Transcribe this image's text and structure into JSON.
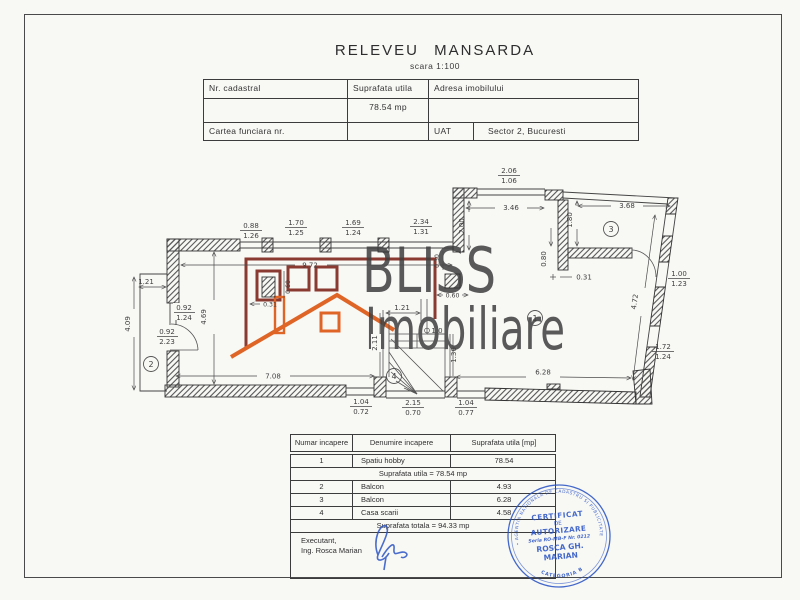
{
  "title": {
    "main": "RELEVEU MANSARDA",
    "scale": "scara 1:100"
  },
  "top_table": {
    "col1_header": "Nr. cadastral",
    "col2_header": "Suprafata utila",
    "col3_header": "Adresa imobilului",
    "area_value": "78.54 mp",
    "row3_col1": "Cartea funciara nr.",
    "uat_label": "UAT",
    "uat_value": "Sector 2, Bucuresti"
  },
  "plan": {
    "rooms": {
      "one": "1",
      "two": "2",
      "three": "3",
      "four": "4"
    },
    "dims": {
      "tw1n": "0.88",
      "tw1d": "1.26",
      "tw2n": "1.70",
      "tw2d": "1.25",
      "tw3n": "1.69",
      "tw3d": "1.24",
      "tw4n": "2.34",
      "tw4d": "1.31",
      "tw5n": "2.06",
      "tw5d": "1.06",
      "r3w": "3.46",
      "r3l": "2.00",
      "r3l2": "1.80",
      "r3w2": "3.68",
      "r3s": "0.80",
      "r3o": "0.31",
      "rw1n": "1.00",
      "rw1d": "1.23",
      "rw2n": "1.72",
      "rw2d": "1.24",
      "rdiag": "4.72",
      "main_w": "9.72",
      "main_h": "4.69",
      "colA_v": "0.60",
      "colA_o": "0.31",
      "colB_w": "0.60",
      "colB_d": "0.30",
      "bal_w": "1.21",
      "bal_h": "4.09",
      "lw1n": "0.92",
      "lw1d": "1.24",
      "ld1n": "0.92",
      "ld1d": "2.23",
      "st_w": "1.21",
      "st_e": "1.0",
      "st_h": "2.11",
      "st_h2": "1.36",
      "b1": "7.08",
      "b2": "6.28",
      "bo1n": "1.04",
      "bo1d": "0.72",
      "bo2n": "2.15",
      "bo2d": "0.70",
      "bo3n": "1.04",
      "bo3d": "0.77"
    }
  },
  "watermark": {
    "line1": "BLISS",
    "line2": "Imobiliare",
    "maroon": "#8a3a30",
    "orange": "#df6527"
  },
  "rooms_table": {
    "headers": {
      "c1": "Numar incapere",
      "c2": "Denumire incapere",
      "c3": "Suprafata utila [mp]"
    },
    "rows": {
      "r1": {
        "nr": "1",
        "name": "Spatiu hobby",
        "area": "78.54"
      },
      "r2": {
        "nr": "2",
        "name": "Balcon",
        "area": "4.93"
      },
      "r3": {
        "nr": "3",
        "name": "Balcon",
        "area": "6.28"
      },
      "r4": {
        "nr": "4",
        "name": "Casa scarii",
        "area": "4.58"
      }
    },
    "subtotal": "Suprafata utila = 78.54 mp",
    "total": "Suprafata totala = 94.33 mp",
    "executant_label": "Executant,",
    "executant_name": "Ing. Rosca Marian"
  },
  "stamp": {
    "ring_text": "• AL ANCPI • AGENTIA NATIONALA DE CADASTRU SI PUBLICITATE IMOBILIARA",
    "line1": "CERTIFICAT",
    "line2": "DE",
    "line3": "AUTORIZARE",
    "serial": "Seria RO-MB-F Nr. 0212",
    "name1": "ROSCA GH.",
    "name2": "MARIAN",
    "bottom": "CATEGORIA B",
    "color": "#2b55c4"
  }
}
